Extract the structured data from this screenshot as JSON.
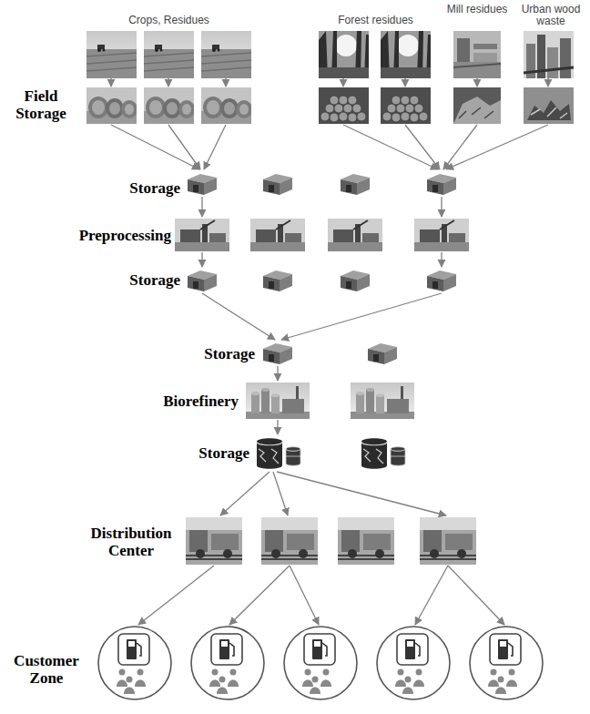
{
  "diagram": {
    "labels": [
      "Crops, Residues",
      "Forest residues",
      "Mill residues",
      "Urban wood waste",
      "Field Storage",
      "Storage",
      "Preprocessing",
      "Storage",
      "Storage",
      "Biorefinery",
      "Storage",
      "Distribution Center",
      "Customer Zone"
    ]
  }
}
